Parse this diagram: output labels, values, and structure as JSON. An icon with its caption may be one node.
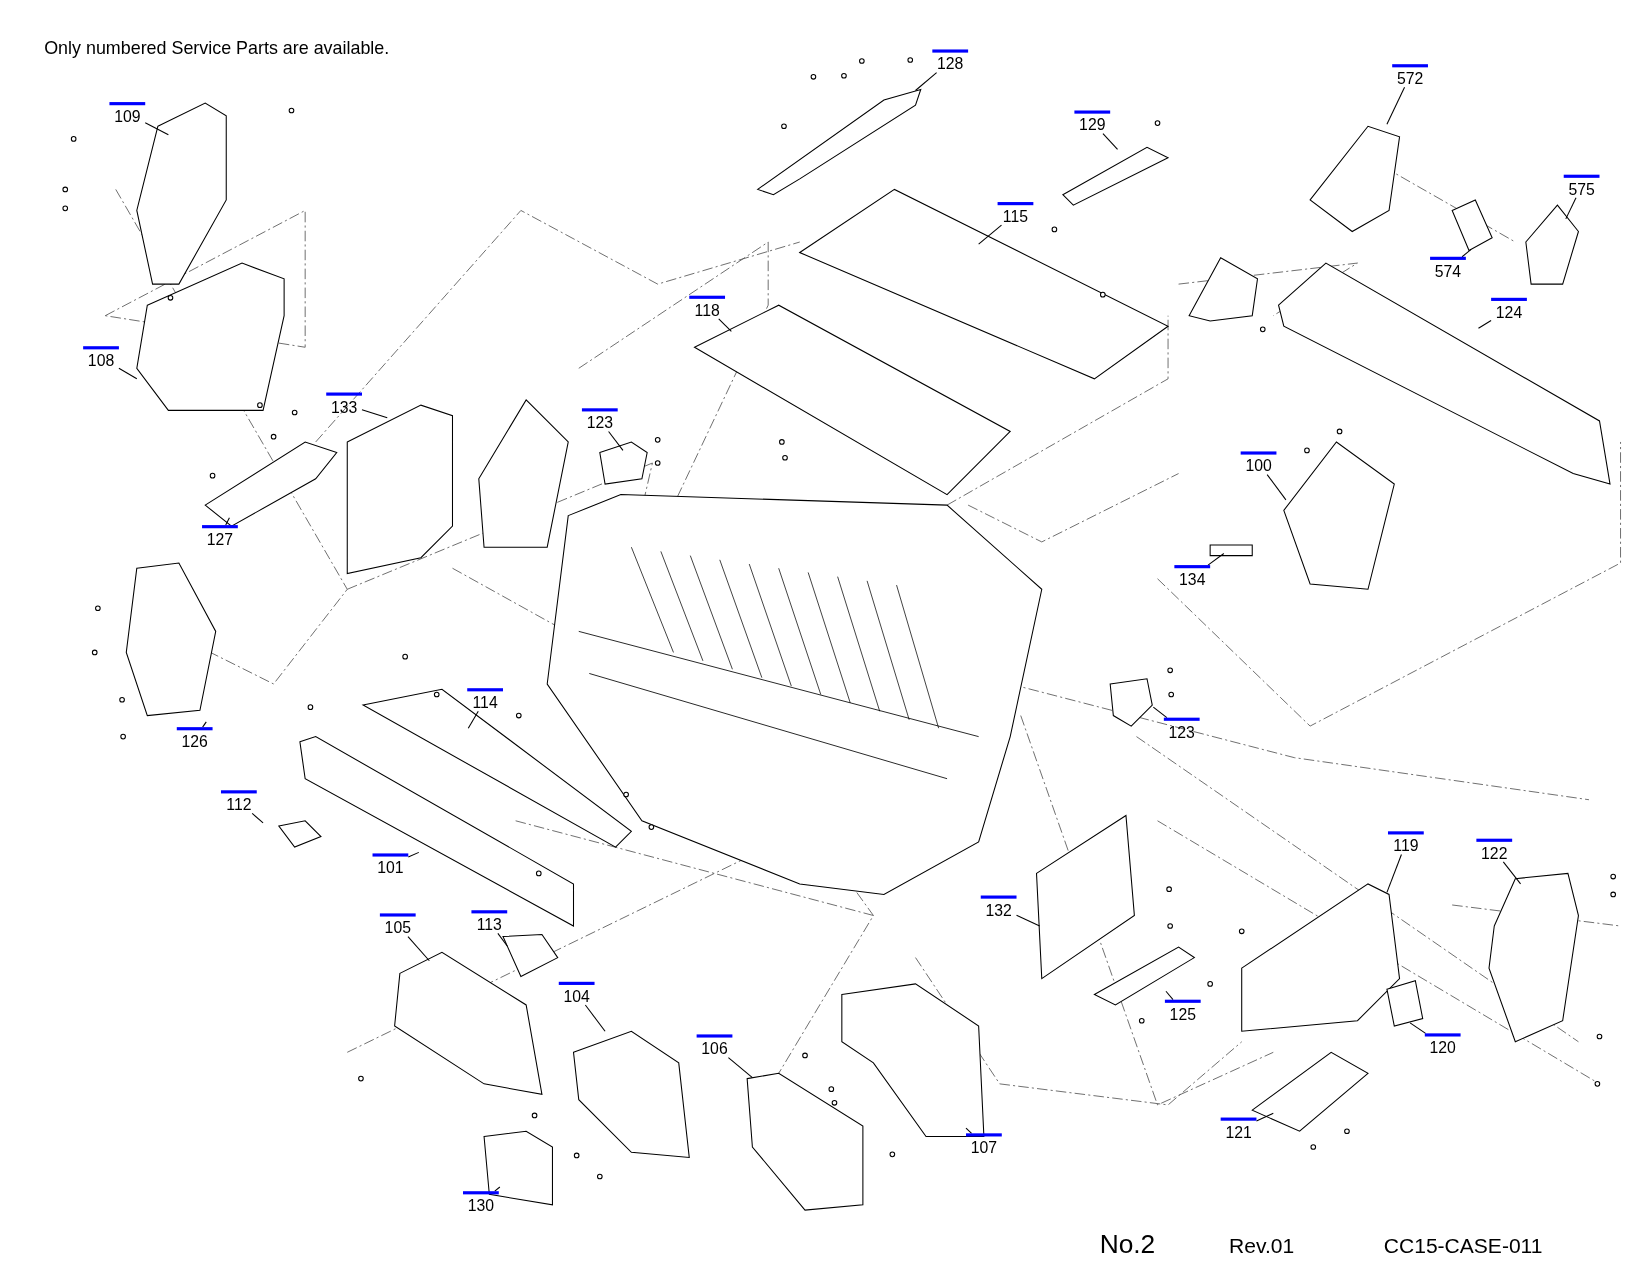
{
  "diagram": {
    "nodes": [
      {
        "text": [
          "128"
        ]
      },
      {
        "text": [
          "572"
        ]
      },
      {
        "text": [
          "109"
        ]
      },
      {
        "text": [
          "129"
        ]
      },
      {
        "text": [
          "575"
        ]
      },
      {
        "text": [
          "115"
        ]
      },
      {
        "text": [
          "574"
        ]
      },
      {
        "text": [
          "118"
        ]
      },
      {
        "text": [
          "124"
        ]
      },
      {
        "text": [
          "108"
        ]
      },
      {
        "text": [
          "133"
        ]
      },
      {
        "text": [
          "123"
        ]
      },
      {
        "text": [
          "100"
        ]
      },
      {
        "text": [
          "127"
        ]
      },
      {
        "text": [
          "134"
        ]
      },
      {
        "text": [
          "114"
        ]
      },
      {
        "text": [
          "123"
        ]
      },
      {
        "text": [
          "126"
        ]
      },
      {
        "text": [
          "112"
        ]
      },
      {
        "text": [
          "119"
        ]
      },
      {
        "text": [
          "122"
        ]
      },
      {
        "text": [
          "101"
        ]
      },
      {
        "text": [
          "132"
        ]
      },
      {
        "text": [
          "113"
        ]
      },
      {
        "text": [
          "105"
        ]
      },
      {
        "text": [
          "104"
        ]
      },
      {
        "text": [
          "125"
        ]
      },
      {
        "text": [
          "120"
        ]
      },
      {
        "text": [
          "106"
        ]
      },
      {
        "text": [
          "121"
        ]
      },
      {
        "text": [
          "107"
        ]
      },
      {
        "text": [
          "130"
        ]
      }
    ],
    "edges": [
      {
        "from": 0,
        "to": null,
        "arrow": "none"
      },
      {
        "from": 1,
        "to": null,
        "arrow": "none"
      },
      {
        "from": 2,
        "to": null,
        "arrow": "none"
      },
      {
        "from": 3,
        "to": null,
        "arrow": "none"
      },
      {
        "from": 4,
        "to": null,
        "arrow": "none"
      },
      {
        "from": 5,
        "to": null,
        "arrow": "none"
      },
      {
        "from": 6,
        "to": null,
        "arrow": "none"
      },
      {
        "from": 7,
        "to": null,
        "arrow": "none"
      },
      {
        "from": 8,
        "to": null,
        "arrow": "none"
      },
      {
        "from": 9,
        "to": null,
        "arrow": "none"
      },
      {
        "from": 10,
        "to": null,
        "arrow": "none"
      },
      {
        "from": 11,
        "to": null,
        "arrow": "none"
      },
      {
        "from": 12,
        "to": null,
        "arrow": "none"
      },
      {
        "from": 13,
        "to": null,
        "arrow": "none"
      },
      {
        "from": 14,
        "to": null,
        "arrow": "none"
      },
      {
        "from": 15,
        "to": null,
        "arrow": "none"
      },
      {
        "from": 16,
        "to": null,
        "arrow": "none"
      },
      {
        "from": 17,
        "to": null,
        "arrow": "none"
      },
      {
        "from": 18,
        "to": null,
        "arrow": "none"
      },
      {
        "from": 19,
        "to": null,
        "arrow": "none"
      },
      {
        "from": 20,
        "to": null,
        "arrow": "none"
      },
      {
        "from": 21,
        "to": null,
        "arrow": "none"
      },
      {
        "from": 22,
        "to": null,
        "arrow": "none"
      },
      {
        "from": 23,
        "to": null,
        "arrow": "none"
      },
      {
        "from": 24,
        "to": null,
        "arrow": "none"
      },
      {
        "from": 25,
        "to": null,
        "arrow": "none"
      },
      {
        "from": 26,
        "to": null,
        "arrow": "none"
      },
      {
        "from": 27,
        "to": null,
        "arrow": "none"
      },
      {
        "from": 28,
        "to": null,
        "arrow": "none"
      },
      {
        "from": 29,
        "to": null,
        "arrow": "none"
      },
      {
        "from": 30,
        "to": null,
        "arrow": "none"
      },
      {
        "from": 31,
        "to": null,
        "arrow": "none"
      }
    ],
    "labels": [
      "Only numbered Service Parts are available.",
      "No.2",
      "Rev.01",
      "CC15-CASE-011"
    ]
  }
}
